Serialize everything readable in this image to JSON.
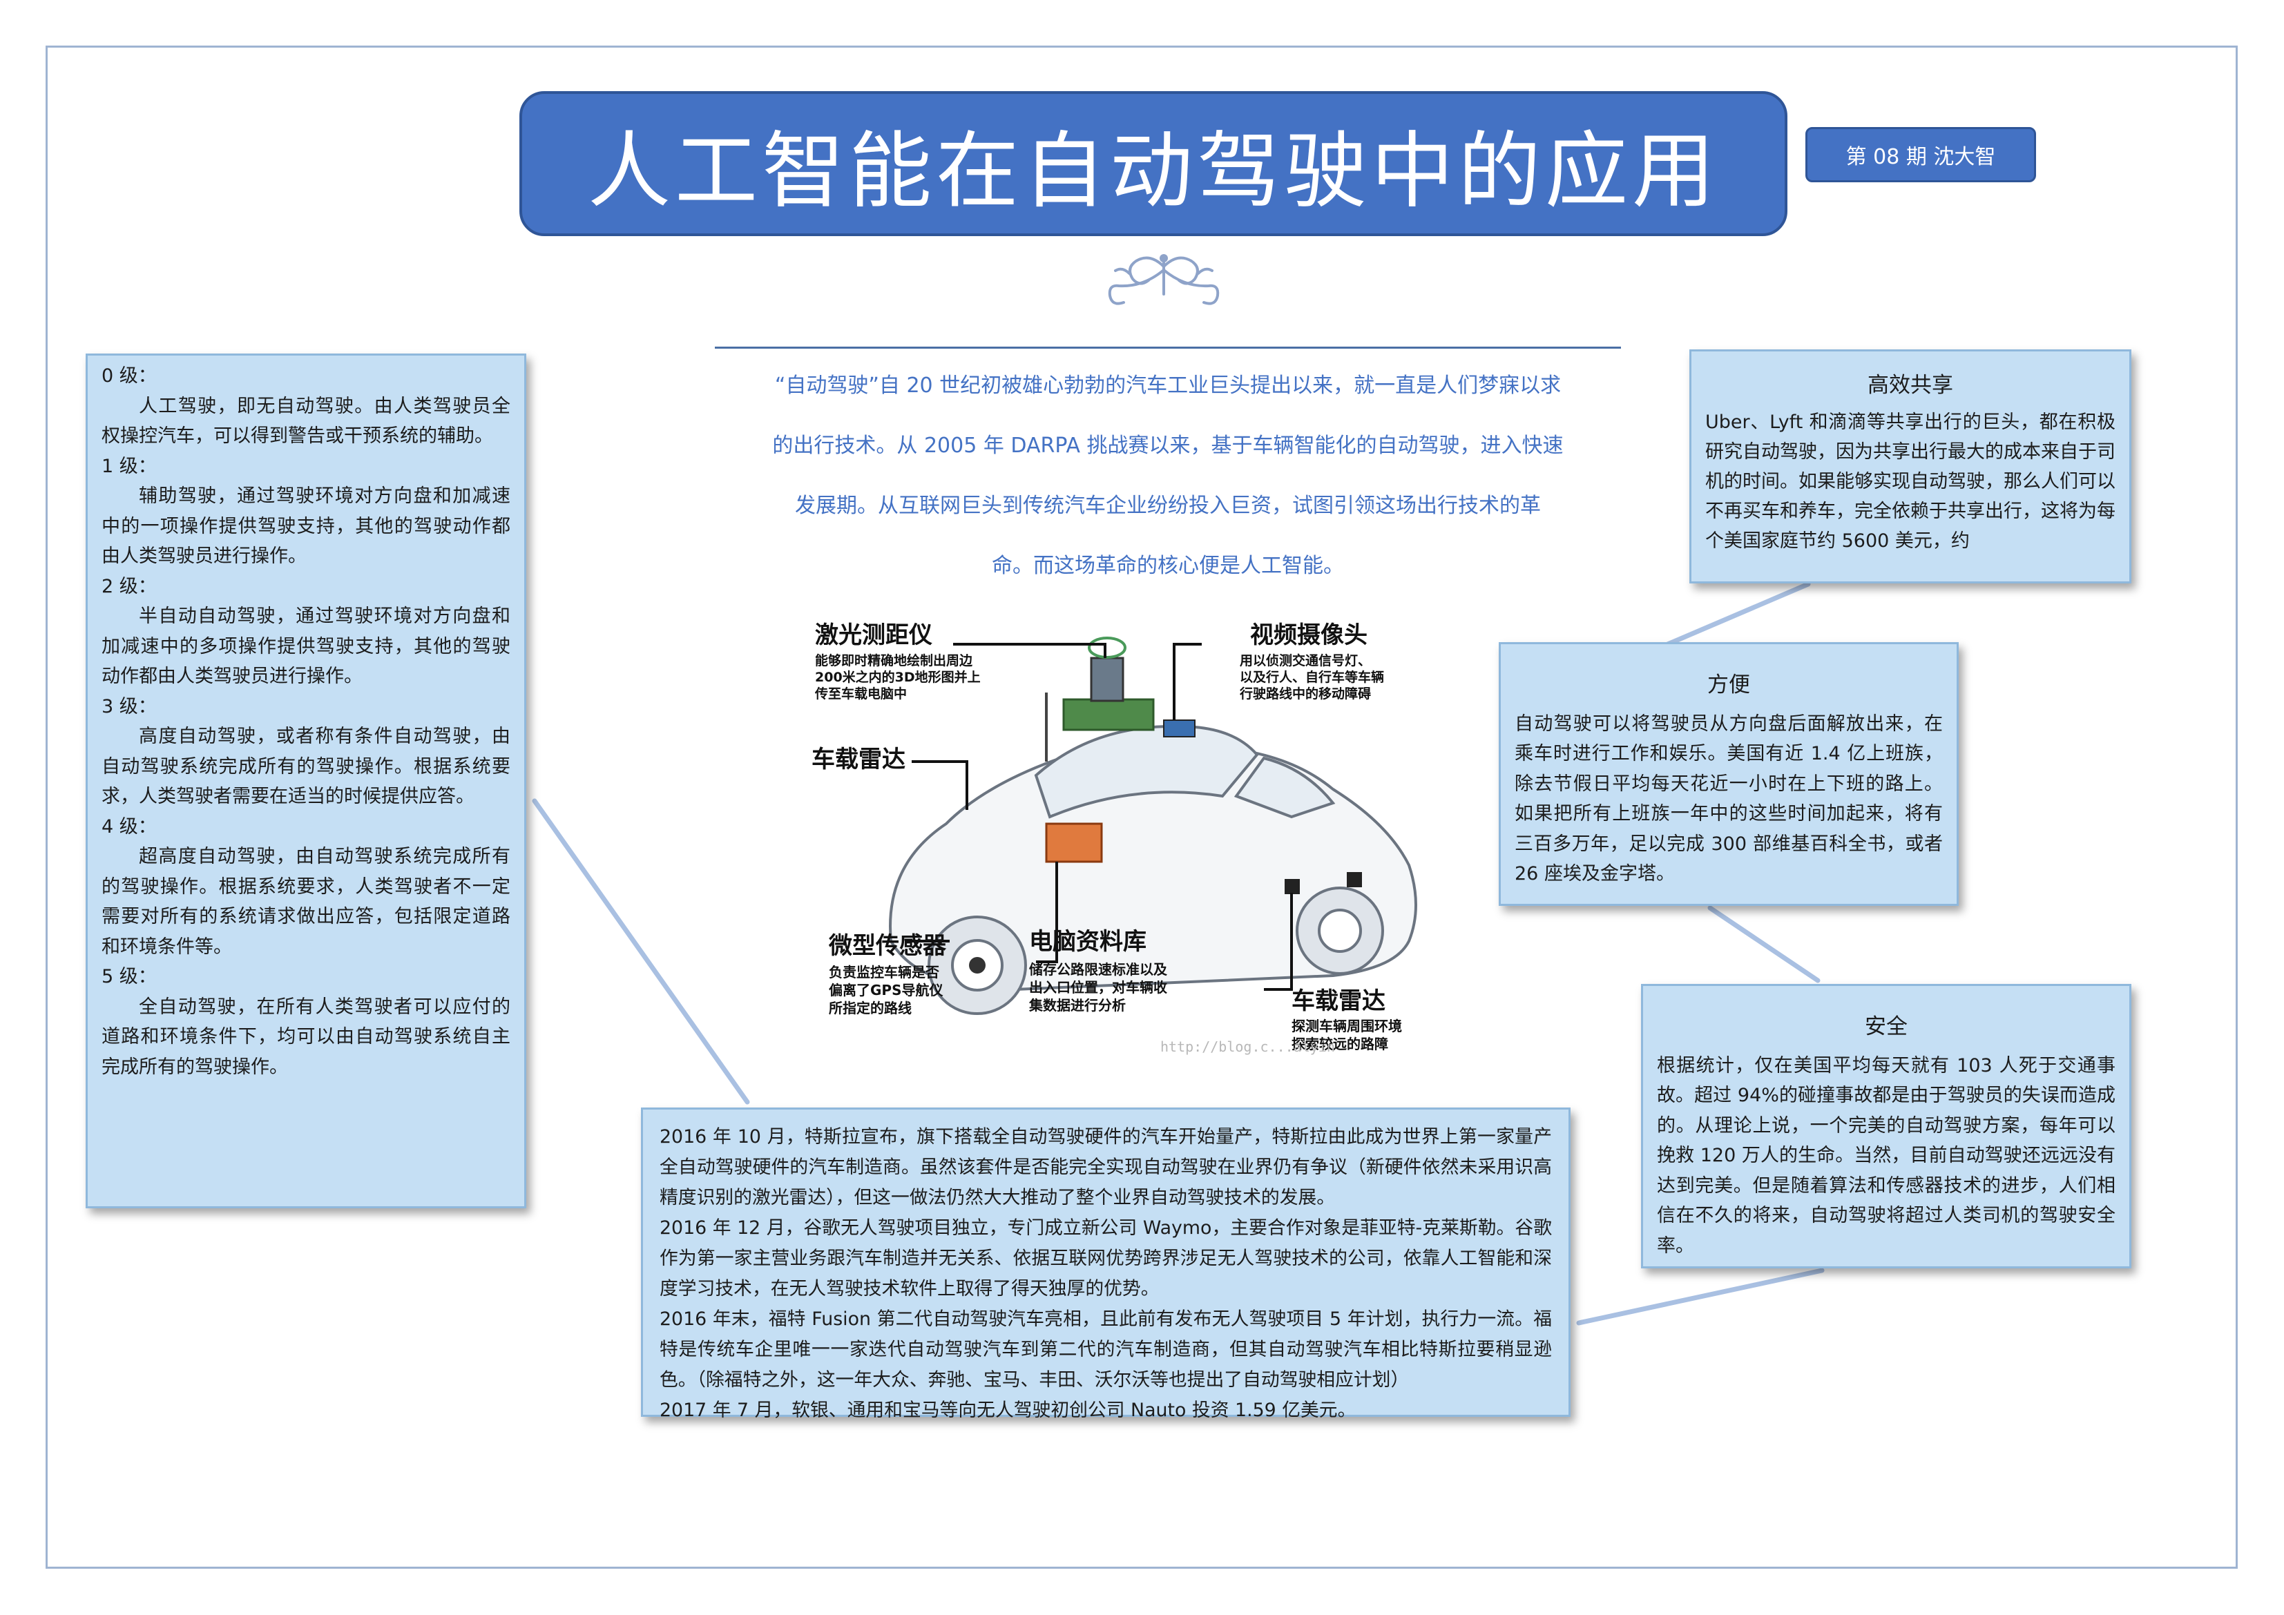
{
  "header": {
    "title": "人工智能在自动驾驶中的应用",
    "issue": "第 08 期  沈大智"
  },
  "intro": [
    "“自动驾驶”自 20 世纪初被雄心勃勃的汽车工业巨头提出以来，就一直是人们梦寐以求",
    "的出行技术。从 2005 年 DARPA 挑战赛以来，基于车辆智能化的自动驾驶，进入快速",
    "发展期。从互联网巨头到传统汽车企业纷纷投入巨资，试图引领这场出行技术的革",
    "命。而这场革命的核心便是人工智能。"
  ],
  "levels": [
    {
      "heading": "0 级：",
      "text": "人工驾驶，即无自动驾驶。由人类驾驶员全权操控汽车，可以得到警告或干预系统的辅助。"
    },
    {
      "heading": "1 级：",
      "text": "辅助驾驶，通过驾驶环境对方向盘和加减速中的一项操作提供驾驶支持，其他的驾驶动作都由人类驾驶员进行操作。"
    },
    {
      "heading": "2 级：",
      "text": "半自动自动驾驶，通过驾驶环境对方向盘和加减速中的多项操作提供驾驶支持，其他的驾驶动作都由人类驾驶员进行操作。"
    },
    {
      "heading": "3 级：",
      "text": "高度自动驾驶，或者称有条件自动驾驶，由自动驾驶系统完成所有的驾驶操作。根据系统要求，人类驾驶者需要在适当的时候提供应答。"
    },
    {
      "heading": "4 级：",
      "text": "超高度自动驾驶，由自动驾驶系统完成所有的驾驶操作。根据系统要求，人类驾驶者不一定需要对所有的系统请求做出应答，包括限定道路和环境条件等。"
    },
    {
      "heading": "5 级：",
      "text": "全自动驾驶，在所有人类驾驶者可以应付的道路和环境条件下，均可以由自动驾驶系统自主完成所有的驾驶操作。"
    }
  ],
  "sharing": {
    "title": "高效共享",
    "text": "Uber、Lyft 和滴滴等共享出行的巨头，都在积极研究自动驾驶，因为共享出行最大的成本来自于司机的时间。如果能够实现自动驾驶，那么人们可以不再买车和养车，完全依赖于共享出行，这将为每个美国家庭节约 5600 美元，约"
  },
  "convenience": {
    "title": "方便",
    "text": "自动驾驶可以将驾驶员从方向盘后面解放出来，在乘车时进行工作和娱乐。美国有近 1.4 亿上班族，除去节假日平均每天花近一小时在上下班的路上。如果把所有上班族一年中的这些时间加起来，将有三百多万年，足以完成 300 部维基百科全书，或者 26 座埃及金字塔。"
  },
  "safety": {
    "title": "安全",
    "text": "根据统计，仅在美国平均每天就有 103 人死于交通事故。超过 94%的碰撞事故都是由于驾驶员的失误而造成的。从理论上说，一个完美的自动驾驶方案，每年可以挽救 120 万人的生命。当然，目前自动驾驶还远远没有达到完美。但是随着算法和传感器技术的进步，人们相信在不久的将来，自动驾驶将超过人类司机的驾驶安全率。"
  },
  "history": [
    "2016 年 10 月，特斯拉宣布，旗下搭载全自动驾驶硬件的汽车开始量产，特斯拉由此成为世界上第一家量产全自动驾驶硬件的汽车制造商。虽然该套件是否能完全实现自动驾驶在业界仍有争议（新硬件依然未采用识高精度识别的激光雷达），但这一做法仍然大大推动了整个业界自动驾驶技术的发展。",
    "2016 年 12 月，谷歌无人驾驶项目独立，专门成立新公司 Waymo，主要合作对象是菲亚特-克莱斯勒。谷歌作为第一家主营业务跟汽车制造并无关系、依据互联网优势跨界涉足无人驾驶技术的公司，依靠人工智能和深度学习技术，在无人驾驶技术软件上取得了得天独厚的优势。",
    "2016 年末，福特 Fusion 第二代自动驾驶汽车亮相，且此前有发布无人驾驶项目 5 年计划，执行力一流。福特是传统车企里唯一一家迭代自动驾驶汽车到第二代的汽车制造商，但其自动驾驶汽车相比特斯拉要稍显逊色。（除福特之外，这一年大众、奔驰、宝马、丰田、沃尔沃等也提出了自动驾驶相应计划）",
    "2017 年 7 月，软银、通用和宝马等向无人驾驶初创公司 Nauto 投资 1.59 亿美元。"
  ],
  "car_figure": {
    "lidar_title": "激光测距仪",
    "lidar_desc": [
      "能够即时精确地绘制出周边",
      "200米之内的3D地形图并上",
      "传至车载电脑中"
    ],
    "camera_title": "视频摄像头",
    "camera_desc": [
      "用以侦测交通信号灯、",
      "以及行人、自行车等车辆",
      "行驶路线中的移动障碍"
    ],
    "radar_left_title": "车载雷达",
    "sensor_title": "微型传感器",
    "sensor_desc": [
      "负责监控车辆是否",
      "偏离了GPS导航仪",
      "所指定的路线"
    ],
    "database_title": "电脑资料库",
    "database_desc": [
      "储存公路限速标准以及",
      "出入口位置，对车辆收",
      "集数据进行分析"
    ],
    "radar_right_title": "车载雷达",
    "radar_right_desc": [
      "探测车辆周围环境",
      "探索较远的路障"
    ],
    "watermark": "http://blog.c...alyin"
  },
  "colors": {
    "title_bg": "#4472c4",
    "panel_bg": "#c5dff4",
    "intro_text": "#4472c4",
    "connector": "#a9c0e2"
  }
}
